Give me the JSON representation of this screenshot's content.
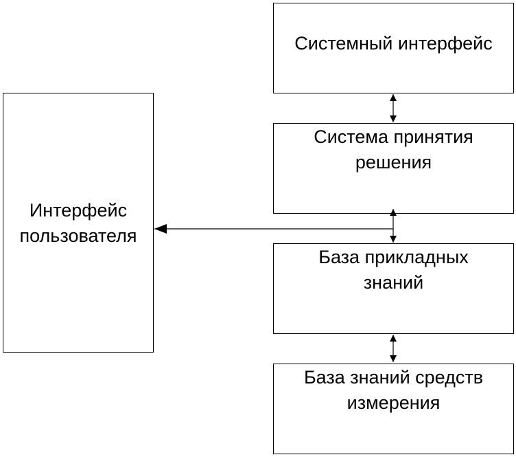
{
  "diagram": {
    "nodes": {
      "user_interface": "Интерфейс\nпользователя",
      "system_interface": "Системный интерфейс",
      "decision_system": "Система принятия\nрешения",
      "applied_knowledge": "База прикладных\nзнаний",
      "measurement_knowledge": "База знаний средств\nизмерения"
    },
    "edges": [
      {
        "from": "system_interface",
        "to": "decision_system",
        "type": "bidirectional"
      },
      {
        "from": "decision_system",
        "to": "applied_knowledge",
        "type": "bidirectional"
      },
      {
        "from": "applied_knowledge",
        "to": "measurement_knowledge",
        "type": "bidirectional"
      },
      {
        "from": "decision_system_applied_knowledge_link",
        "to": "user_interface",
        "type": "directed"
      }
    ]
  },
  "colors": {
    "stroke": "#000000",
    "fill": "#ffffff"
  }
}
